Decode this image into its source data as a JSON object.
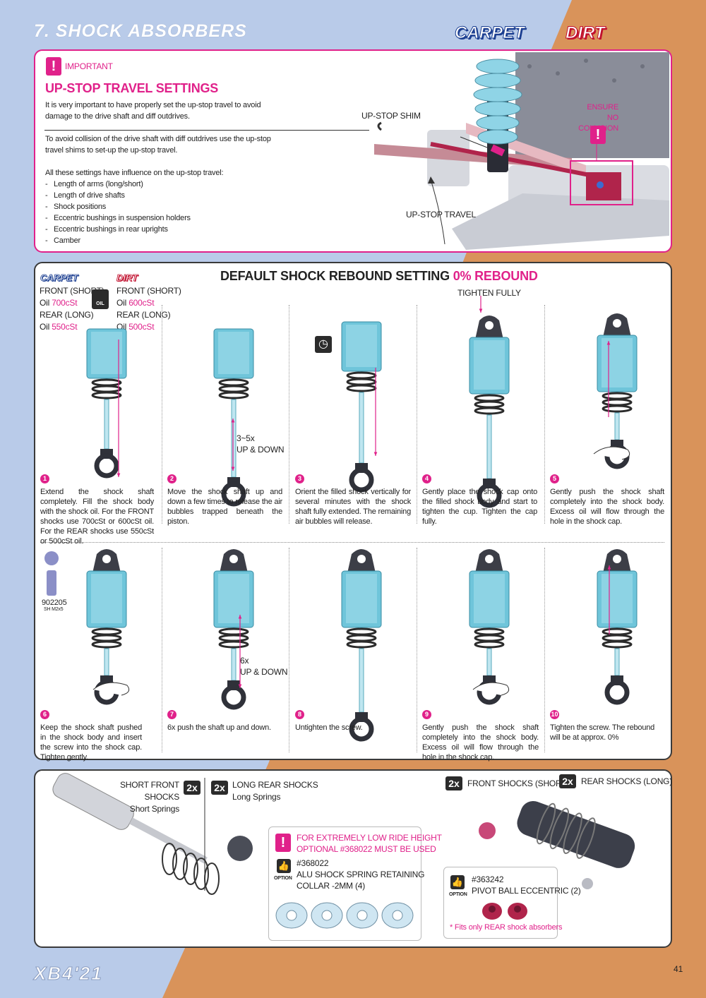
{
  "header": {
    "title": "7. SHOCK ABSORBERS",
    "badge_carpet": "CARPET",
    "badge_dirt": "DIRT"
  },
  "important": {
    "label": "IMPORTANT",
    "heading": "UP-STOP TRAVEL SETTINGS",
    "para1": [
      "It is very important to have properly set the up-stop travel to avoid",
      "damage to the drive shaft and diff outdrives."
    ],
    "para2": [
      "To avoid collision of the drive shaft with diff outdrives use the up-stop",
      "travel shims to set-up the up-stop travel."
    ],
    "para3": "All these settings have influence on the up-stop travel:",
    "items": [
      "Length of arms (long/short)",
      "Length of drive shafts",
      "Shock positions",
      "Eccentric bushings in suspension holders",
      "Eccentric bushings in rear uprights",
      "Camber"
    ],
    "upstop_shim": "UP-STOP SHIM",
    "upstop_travel": "UP-STOP TRAVEL",
    "ensure": "ENSURE",
    "no_collision": "NO COLLISION"
  },
  "rebound": {
    "title": "DEFAULT SHOCK REBOUND SETTING ",
    "title_accent": "0% REBOUND",
    "carpet_label": "CARPET",
    "dirt_label": "DIRT",
    "carpet_front": "FRONT (SHORT)",
    "carpet_front_oil_pre": "Oil ",
    "carpet_front_oil": "700cSt",
    "carpet_rear": "REAR (LONG)",
    "carpet_rear_oil_pre": "Oil ",
    "carpet_rear_oil": "550cSt",
    "dirt_front": "FRONT (SHORT)",
    "dirt_front_oil_pre": "Oil ",
    "dirt_front_oil": "600cSt",
    "dirt_rear": "REAR (LONG)",
    "dirt_rear_oil_pre": "Oil ",
    "dirt_rear_oil": "500cSt",
    "oil_icon": "OIL",
    "tighten_fully": "TIGHTEN FULLY",
    "updown_1_a": "3~5x",
    "updown_1_b": "UP & DOWN",
    "updown_2_a": "6x",
    "updown_2_b": "UP & DOWN",
    "part_number": "902205",
    "part_desc": "SH M2x5",
    "steps": [
      {
        "num": "1",
        "text": "Extend the shock shaft completely. Fill the shock body with the shock oil. For the FRONT shocks use 700cSt or 600cSt oil. For the REAR shocks use 550cSt or 500cSt oil."
      },
      {
        "num": "2",
        "text": "Move the shock shaft up and down a few times to release the air bubbles trapped beneath the piston."
      },
      {
        "num": "3",
        "text": "Orient the filled shock vertically for several minutes with the shock shaft fully extended. The remaining air bubbles will release."
      },
      {
        "num": "4",
        "text": "Gently place the shock cap onto the filled shock body and start to tighten the cup. Tighten the cap fully."
      },
      {
        "num": "5",
        "text": "Gently push the shock shaft completely into the shock body. Excess oil will flow through the hole in the shock cap."
      },
      {
        "num": "6",
        "text": "Keep the shock shaft pushed in the shock body and insert the screw into the shock cap. Tighten gently."
      },
      {
        "num": "7",
        "text": "6x push the shaft up and down."
      },
      {
        "num": "8",
        "text": "Untighten the screw."
      },
      {
        "num": "9",
        "text": "Gently push the shock shaft completely into the shock body. Excess oil will flow through the hole in the shock cap."
      },
      {
        "num": "10",
        "text": "Tighten the screw. The rebound will be at approx. 0%"
      }
    ]
  },
  "springs": {
    "short_front": "SHORT FRONT SHOCKS",
    "short_springs": "Short Springs",
    "long_rear": "LONG REAR SHOCKS",
    "long_springs": "Long Springs",
    "two_x": "2x",
    "warning_line1": "FOR EXTREMELY LOW RIDE HEIGHT",
    "warning_line2": "OPTIONAL #368022 MUST BE USED",
    "opt1_number": "#368022",
    "opt1_line1": "ALU SHOCK SPRING RETAINING",
    "opt1_line2": "COLLAR -2MM (4)",
    "option_label": "OPTION",
    "front_short": "FRONT SHOCKS (SHORT)",
    "rear_long": "REAR SHOCKS (LONG)",
    "opt2_number": "#363242",
    "opt2_line1": "PIVOT BALL ECCENTRIC (2)",
    "opt2_note": "* Fits only REAR shock absorbers"
  },
  "footer": {
    "model": "XB4'21",
    "page": "41"
  }
}
